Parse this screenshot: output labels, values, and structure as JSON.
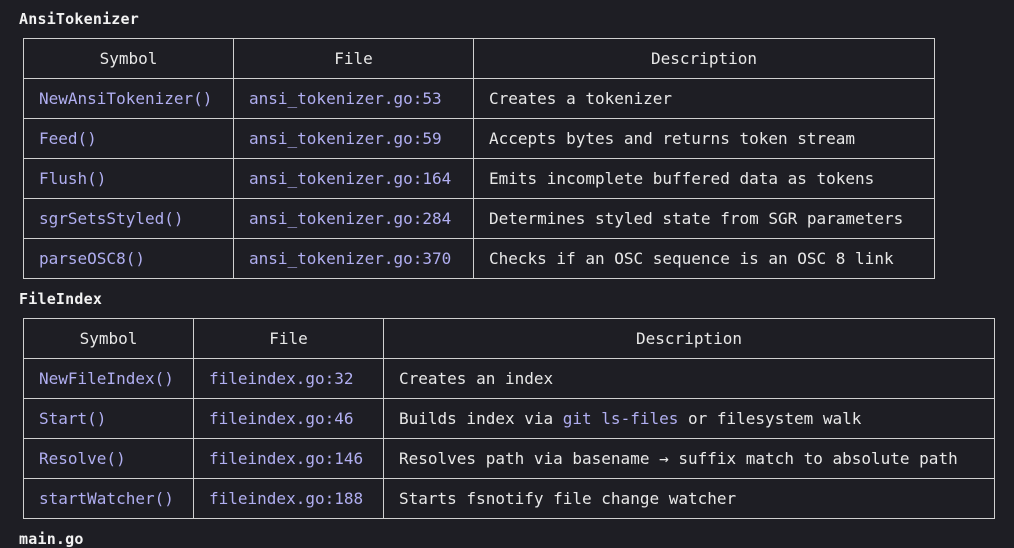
{
  "sections": [
    {
      "title": "AnsiTokenizer",
      "headers": [
        "Symbol",
        "File",
        "Description"
      ],
      "rows": [
        {
          "symbol": "NewAnsiTokenizer()",
          "file": "ansi_tokenizer.go:53",
          "description": "Creates a tokenizer"
        },
        {
          "symbol": "Feed()",
          "file": "ansi_tokenizer.go:59",
          "description": "Accepts bytes and returns token stream"
        },
        {
          "symbol": "Flush()",
          "file": "ansi_tokenizer.go:164",
          "description": "Emits incomplete buffered data as tokens"
        },
        {
          "symbol": "sgrSetsStyled()",
          "file": "ansi_tokenizer.go:284",
          "description": "Determines styled state from SGR parameters"
        },
        {
          "symbol": "parseOSC8()",
          "file": "ansi_tokenizer.go:370",
          "description": "Checks if an OSC sequence is an OSC 8 link"
        }
      ]
    },
    {
      "title": "FileIndex",
      "headers": [
        "Symbol",
        "File",
        "Description"
      ],
      "rows": [
        {
          "symbol": "NewFileIndex()",
          "file": "fileindex.go:32",
          "description": "Creates an index"
        },
        {
          "symbol": "Start()",
          "file": "fileindex.go:46",
          "description_pre": "Builds index via ",
          "description_code": "git ls-files",
          "description_post": " or filesystem walk"
        },
        {
          "symbol": "Resolve()",
          "file": "fileindex.go:146",
          "description": "Resolves path via basename → suffix match to absolute path"
        },
        {
          "symbol": "startWatcher()",
          "file": "fileindex.go:188",
          "description": "Starts fsnotify file change watcher"
        }
      ]
    },
    {
      "title": "main.go"
    }
  ],
  "colors": {
    "background": "#1e1e24",
    "text": "#e8e8e8",
    "code_accent": "#b0aef0",
    "border": "#d0d0d0"
  }
}
